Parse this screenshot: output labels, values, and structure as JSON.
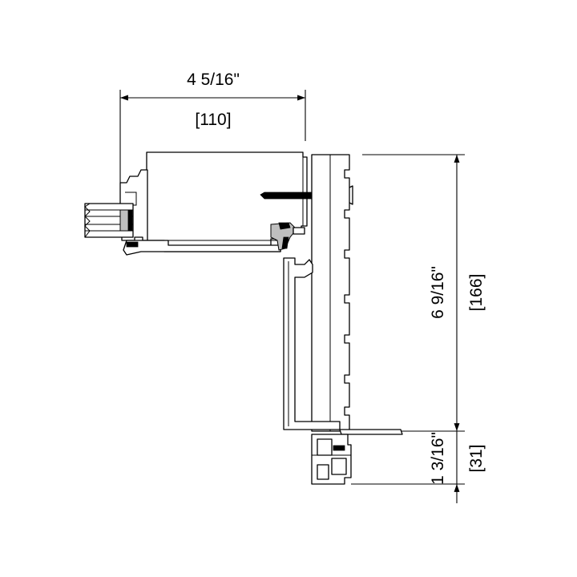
{
  "drawing": {
    "width_dimension": {
      "imperial": "4 5/16\"",
      "metric": "[110]"
    },
    "height_dimension": {
      "imperial": "6 9/16\"",
      "metric": "[166]"
    },
    "sill_dimension": {
      "imperial": "1 3/16\"",
      "metric": "[31]"
    }
  }
}
